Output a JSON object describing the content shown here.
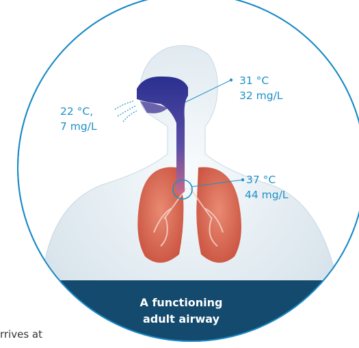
{
  "labels": {
    "mouth_temp": "22 °C,",
    "mouth_humidity": "7 mg/L",
    "nasal_temp": "31 °C",
    "nasal_humidity": "32 mg/L",
    "isb_temp": "37 °C",
    "isb_humidity": "44 mg/L"
  },
  "banner": {
    "line1": "A functioning",
    "line2": "adult airway"
  },
  "cut_text": "rrives at",
  "colors": {
    "circle_border": "#1a8ac6",
    "banner": "#134a6e",
    "label": "#1e8fc7",
    "airway": "#3a3fa0",
    "lung": "#d8604e"
  }
}
